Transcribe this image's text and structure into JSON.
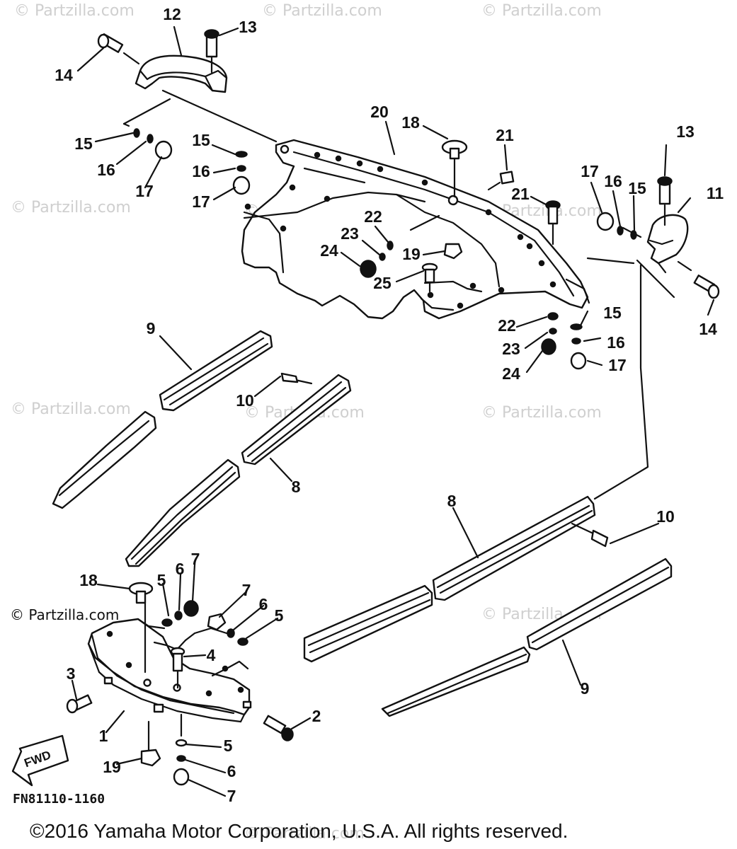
{
  "diagram_code": "FN81110-1160",
  "copyright": "©2016 Yamaha Motor Corporation, U.S.A. All rights reserved.",
  "watermark": "© Partzilla.com",
  "fwd_label": "FWD",
  "callouts": [
    "1",
    "2",
    "3",
    "4",
    "5",
    "6",
    "7",
    "8",
    "9",
    "10",
    "11",
    "12",
    "13",
    "14",
    "15",
    "16",
    "17",
    "18",
    "19",
    "20",
    "21",
    "22",
    "23",
    "24",
    "25"
  ]
}
